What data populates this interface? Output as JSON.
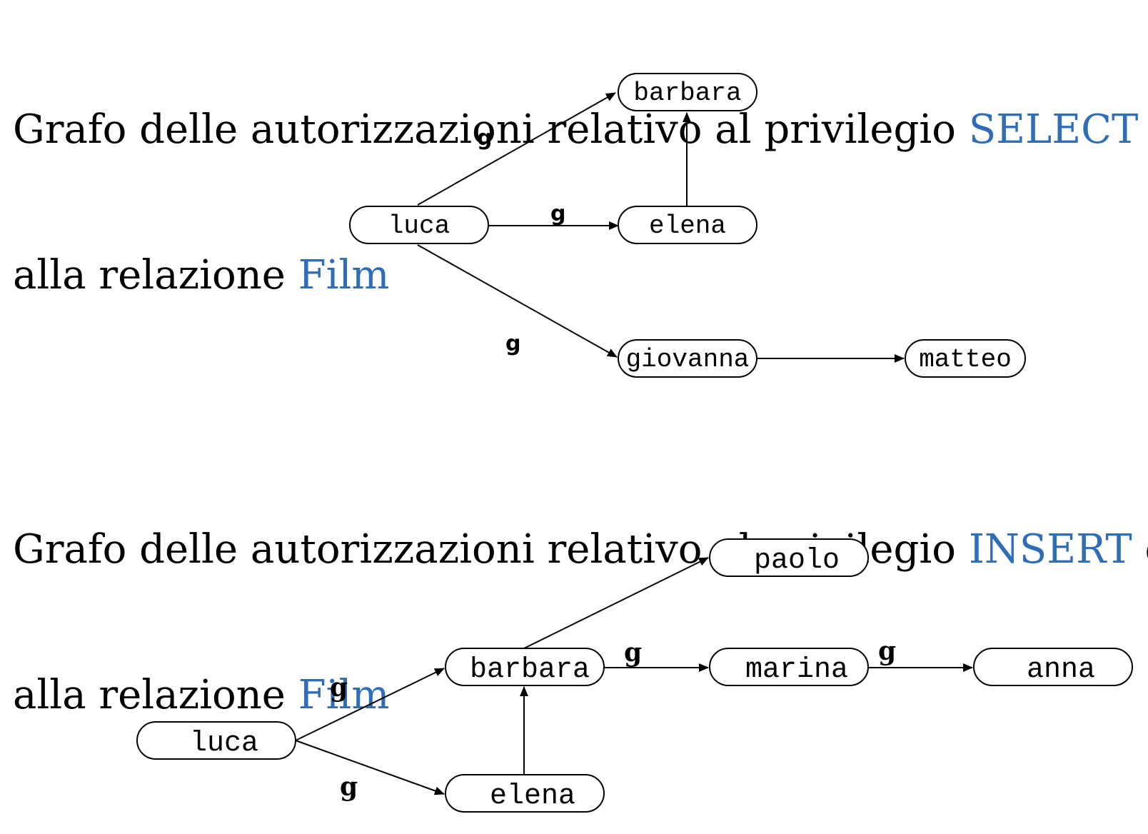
{
  "select_graph": {
    "title_line1_prefix": "Grafo delle autorizzazioni relativo al privilegio ",
    "privilege": "SELECT",
    "title_line1_suffix": " e",
    "title_line2_prefix": "alla relazione ",
    "relation": "Film",
    "nodes": {
      "luca": "luca",
      "elena": "elena",
      "barbara": "barbara",
      "giovanna": "giovanna",
      "matteo": "matteo"
    },
    "grant_option_label": "g"
  },
  "insert_graph": {
    "title_line1_prefix": "Grafo delle autorizzazioni relativo al privilegio ",
    "privilege": "INSERT",
    "title_line1_suffix": " e",
    "title_line2_prefix": "alla relazione ",
    "relation": "Film",
    "nodes": {
      "luca": "luca",
      "barbara": "barbara",
      "elena": "elena",
      "paolo": "paolo",
      "marina": "marina",
      "anna": "anna"
    },
    "grant_option_label": "g"
  },
  "colors": {
    "highlight": "#2f6db8",
    "text": "#000000"
  }
}
